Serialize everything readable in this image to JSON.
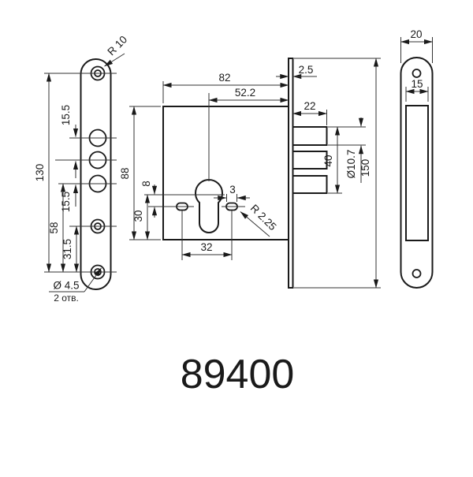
{
  "title": "89400",
  "drawing": {
    "line_color": "#1a1a1a",
    "background": "#ffffff"
  },
  "views": {
    "faceplate_front": {
      "label": "faceplate front view",
      "dims": {
        "end_radius": "R 10",
        "bolt_spacing_top": "15.5",
        "bolt_spacing_bottom": "15.5",
        "screw_hole_span": "130",
        "lower_bolt_to_screw": "58",
        "mid_hole_to_screw": "31.5",
        "screw_hole_diameter": "Ø 4.5",
        "screw_hole_count": "2 отв."
      }
    },
    "lock_body_side": {
      "label": "lock body side view",
      "dims": {
        "body_length": "82",
        "backset": "52.2",
        "faceplate_thickness": "2.5",
        "bolt_throw": "22",
        "body_height": "88",
        "cylinder_to_slot": "8",
        "cylinder_to_bottom": "30",
        "slot_width": "3",
        "slot_end_radius": "R 2.25",
        "slot_spacing": "32",
        "bolt_group_height": "40",
        "bolt_diameter": "Ø10.7",
        "faceplate_height": "150"
      }
    },
    "faceplate_back": {
      "label": "faceplate back view",
      "dims": {
        "plate_width": "20",
        "cutout_width": "15"
      }
    }
  }
}
